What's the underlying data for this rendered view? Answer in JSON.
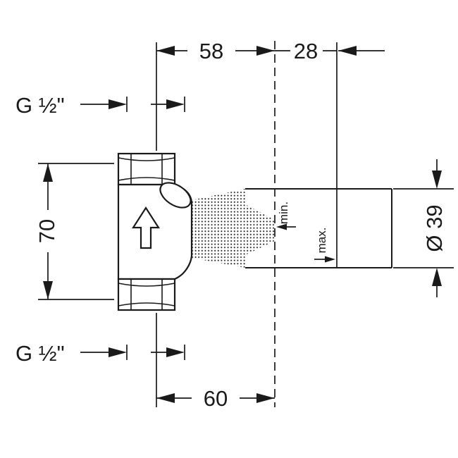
{
  "drawing": {
    "kind": "technical-dimension-drawing",
    "labels": {
      "dim_top_width": "58",
      "dim_top_offset": "28",
      "thread_top": "G ½\"",
      "thread_bottom": "G ½\"",
      "dim_height": "70",
      "dim_diameter": "Ø 39",
      "dim_bottom_width": "60",
      "depth_min": "min.",
      "depth_max": "max."
    },
    "colors": {
      "line": "#1a1a1a",
      "background": "#ffffff"
    }
  }
}
